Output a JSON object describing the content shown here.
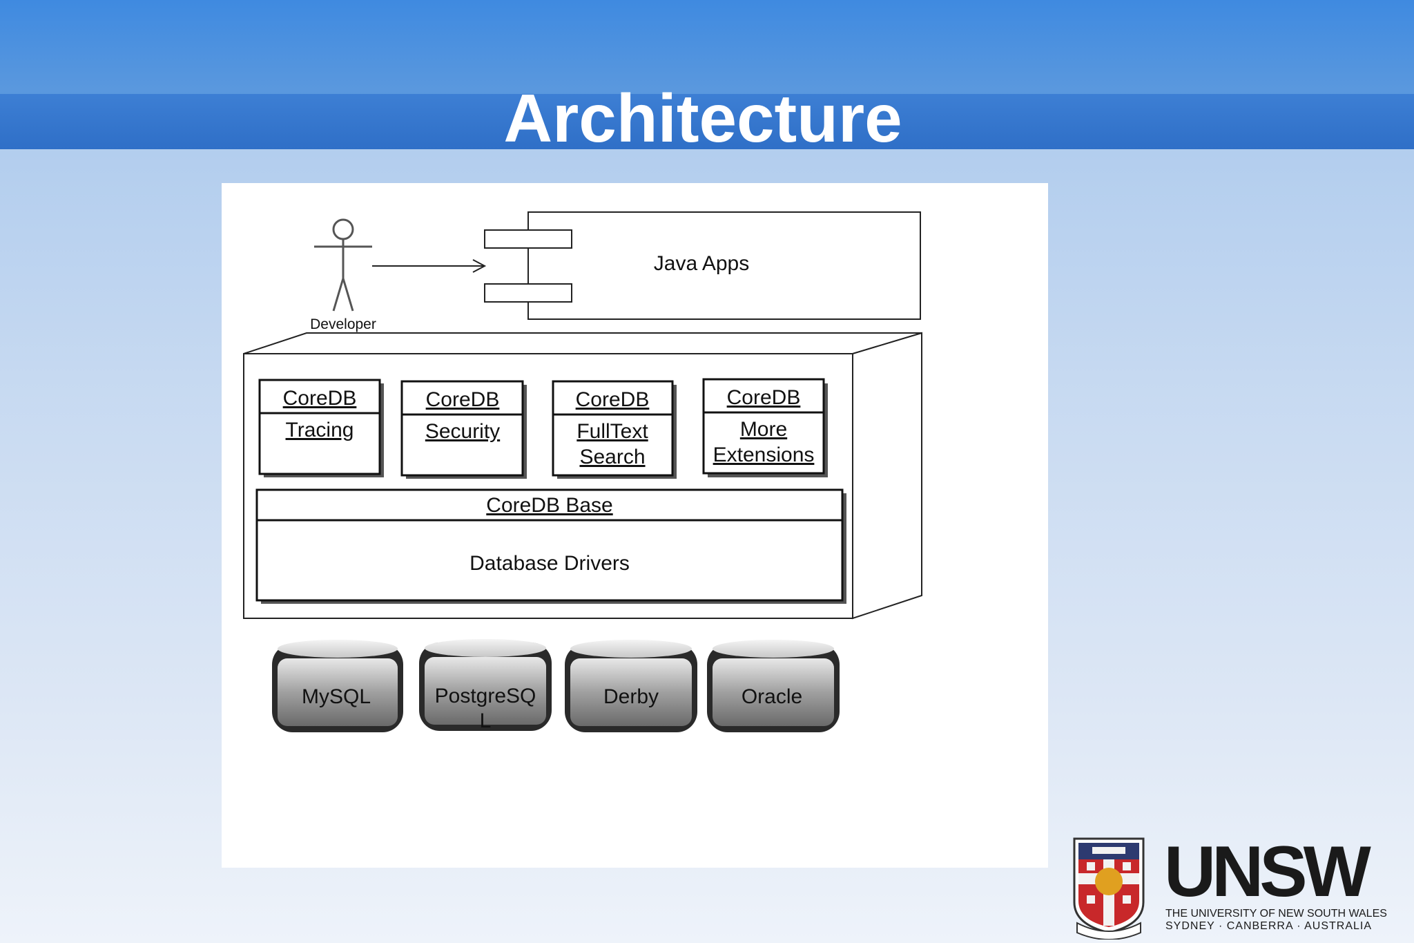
{
  "slide": {
    "title": "Architecture"
  },
  "diagram": {
    "actor": "Developer",
    "java_apps": "Java Apps",
    "modules": [
      {
        "header": "CoreDB",
        "lines": [
          "Tracing"
        ]
      },
      {
        "header": "CoreDB",
        "lines": [
          "Security"
        ]
      },
      {
        "header": "CoreDB",
        "lines": [
          "FullText",
          "Search"
        ]
      },
      {
        "header": "CoreDB",
        "lines": [
          "More",
          "Extensions"
        ]
      }
    ],
    "base_header": "CoreDB Base",
    "base_body": "Database Drivers",
    "databases": [
      {
        "lines": [
          "MySQL"
        ]
      },
      {
        "lines": [
          "PostgreSQ",
          "L"
        ]
      },
      {
        "lines": [
          "Derby"
        ]
      },
      {
        "lines": [
          "Oracle"
        ]
      }
    ]
  },
  "logo": {
    "wordmark": "UNSW",
    "line1": "THE UNIVERSITY OF NEW SOUTH WALES",
    "line2": "SYDNEY · CANBERRA · AUSTRALIA"
  },
  "colors": {
    "title_bar": "#3f8ae0",
    "crest_red": "#c8282a",
    "crest_gold": "#e0a020"
  }
}
